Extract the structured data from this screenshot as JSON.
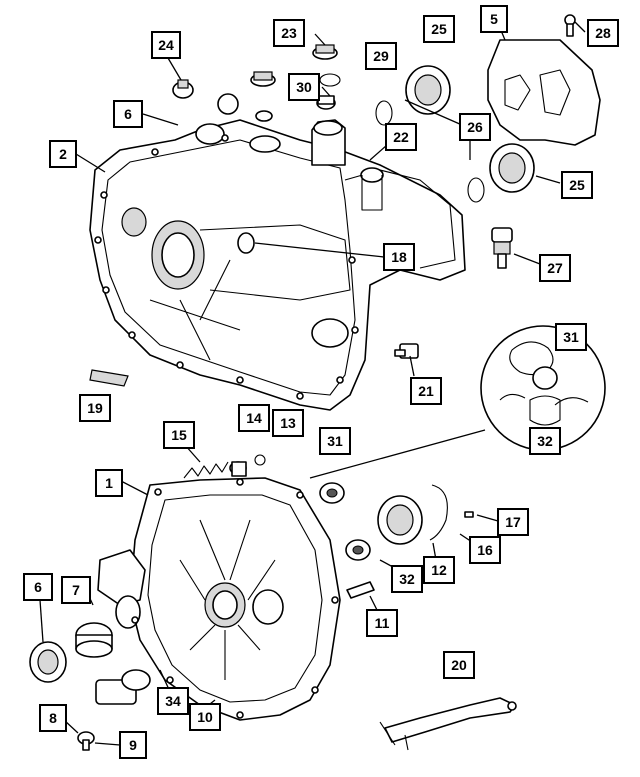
{
  "callouts": [
    {
      "id": "c24",
      "label": "24"
    },
    {
      "id": "c23",
      "label": "23"
    },
    {
      "id": "c25a",
      "label": "25"
    },
    {
      "id": "c5",
      "label": "5"
    },
    {
      "id": "c28",
      "label": "28"
    },
    {
      "id": "c29",
      "label": "29"
    },
    {
      "id": "c30",
      "label": "30"
    },
    {
      "id": "c6a",
      "label": "6"
    },
    {
      "id": "c26",
      "label": "26"
    },
    {
      "id": "c22",
      "label": "22"
    },
    {
      "id": "c2",
      "label": "2"
    },
    {
      "id": "c25b",
      "label": "25"
    },
    {
      "id": "c18",
      "label": "18"
    },
    {
      "id": "c27",
      "label": "27"
    },
    {
      "id": "c31a",
      "label": "31"
    },
    {
      "id": "c21",
      "label": "21"
    },
    {
      "id": "c19",
      "label": "19"
    },
    {
      "id": "c14",
      "label": "14"
    },
    {
      "id": "c13",
      "label": "13"
    },
    {
      "id": "c31b",
      "label": "31"
    },
    {
      "id": "c32a",
      "label": "32"
    },
    {
      "id": "c15",
      "label": "15"
    },
    {
      "id": "c1",
      "label": "1"
    },
    {
      "id": "c17",
      "label": "17"
    },
    {
      "id": "c16",
      "label": "16"
    },
    {
      "id": "c12",
      "label": "12"
    },
    {
      "id": "c32b",
      "label": "32"
    },
    {
      "id": "c6b",
      "label": "6"
    },
    {
      "id": "c7",
      "label": "7"
    },
    {
      "id": "c11",
      "label": "11"
    },
    {
      "id": "c20",
      "label": "20"
    },
    {
      "id": "c34",
      "label": "34"
    },
    {
      "id": "c10",
      "label": "10"
    },
    {
      "id": "c8",
      "label": "8"
    },
    {
      "id": "c9",
      "label": "9"
    }
  ]
}
